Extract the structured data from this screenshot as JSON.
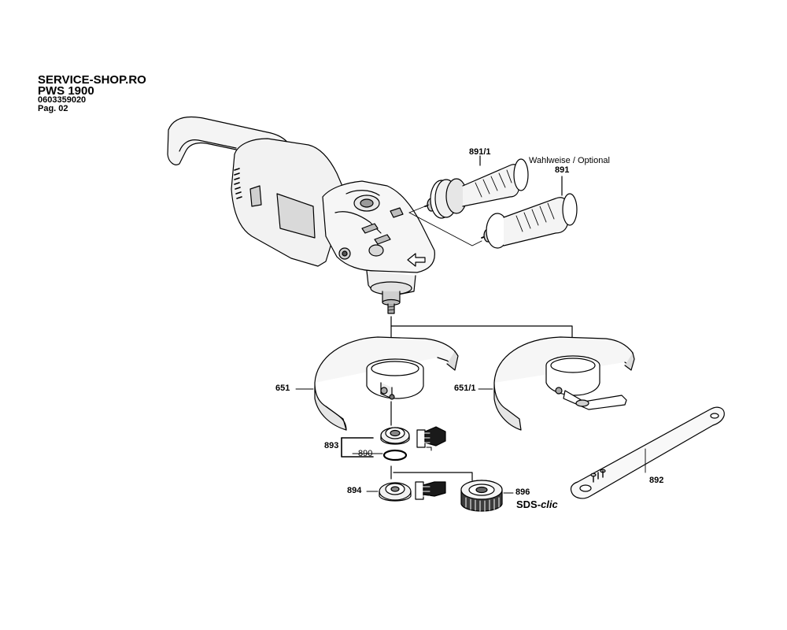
{
  "header": {
    "site": "SERVICE-SHOP.RO",
    "model": "PWS 1900",
    "part_number": "0603359020",
    "page": "Pag. 02"
  },
  "labels": {
    "p891_1": "891/1",
    "optional_note": "Wahlweise / Optional",
    "p891": "891",
    "p651": "651",
    "p651_1": "651/1",
    "p893": "893",
    "p890": "890",
    "p894": "894",
    "p896": "896",
    "sds_prefix": "SDS-",
    "sds_suffix": "clic",
    "p892": "892"
  },
  "colors": {
    "line": "#000000",
    "fill_light": "#ffffff",
    "fill_shade": "#e6e6e6",
    "fill_dark": "#6e6e6e"
  }
}
